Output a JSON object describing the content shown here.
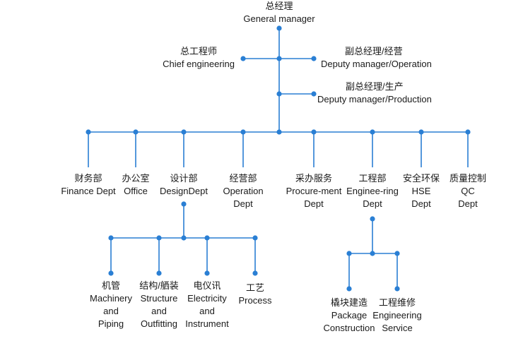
{
  "colors": {
    "line": "#2a7fd4",
    "text": "#1a1a1a",
    "background": "#ffffff"
  },
  "top": {
    "general_manager": {
      "zh": "总经理",
      "en": "General manager"
    },
    "chief_engineering": {
      "zh": "总工程师",
      "en": "Chief engineering"
    },
    "deputy_operation": {
      "zh": "副总经理/经营",
      "en": "Deputy manager/Operation"
    },
    "deputy_production": {
      "zh": "副总经理/生产",
      "en": "Deputy manager/Production"
    }
  },
  "departments": {
    "finance": {
      "zh": "财务部",
      "en1": "Finance Dept"
    },
    "office": {
      "zh": "办公室",
      "en1": "Office"
    },
    "design": {
      "zh": "设计部",
      "en1": "DesignDept"
    },
    "operation": {
      "zh": "经营部",
      "en1": "Operation",
      "en2": "Dept"
    },
    "procurement": {
      "zh": "采办服务",
      "en1": "Procure-ment",
      "en2": "Dept"
    },
    "engineering": {
      "zh": "工程部",
      "en1": "Enginee-ring",
      "en2": "Dept"
    },
    "hse": {
      "zh": "安全环保",
      "en1": "HSE",
      "en2": "Dept"
    },
    "qc": {
      "zh": "质量控制",
      "en1": "QC",
      "en2": "Dept"
    }
  },
  "design_subunits": {
    "machinery": {
      "zh": "机管",
      "en1": "Machinery",
      "en2": "and",
      "en3": "Piping"
    },
    "structure": {
      "zh": "结构/舾装",
      "en1": "Structure",
      "en2": "and",
      "en3": "Outfitting"
    },
    "electricity": {
      "zh": "电仪讯",
      "en1": "Electricity",
      "en2": "and",
      "en3": "Instrument"
    },
    "process": {
      "zh": "工艺",
      "en1": "Process"
    }
  },
  "engineering_subunits": {
    "package": {
      "zh": "橇块建造",
      "en1": "Package",
      "en2": "Construction"
    },
    "service": {
      "zh": "工程维修",
      "en1": "Engineering",
      "en2": "Service"
    }
  }
}
